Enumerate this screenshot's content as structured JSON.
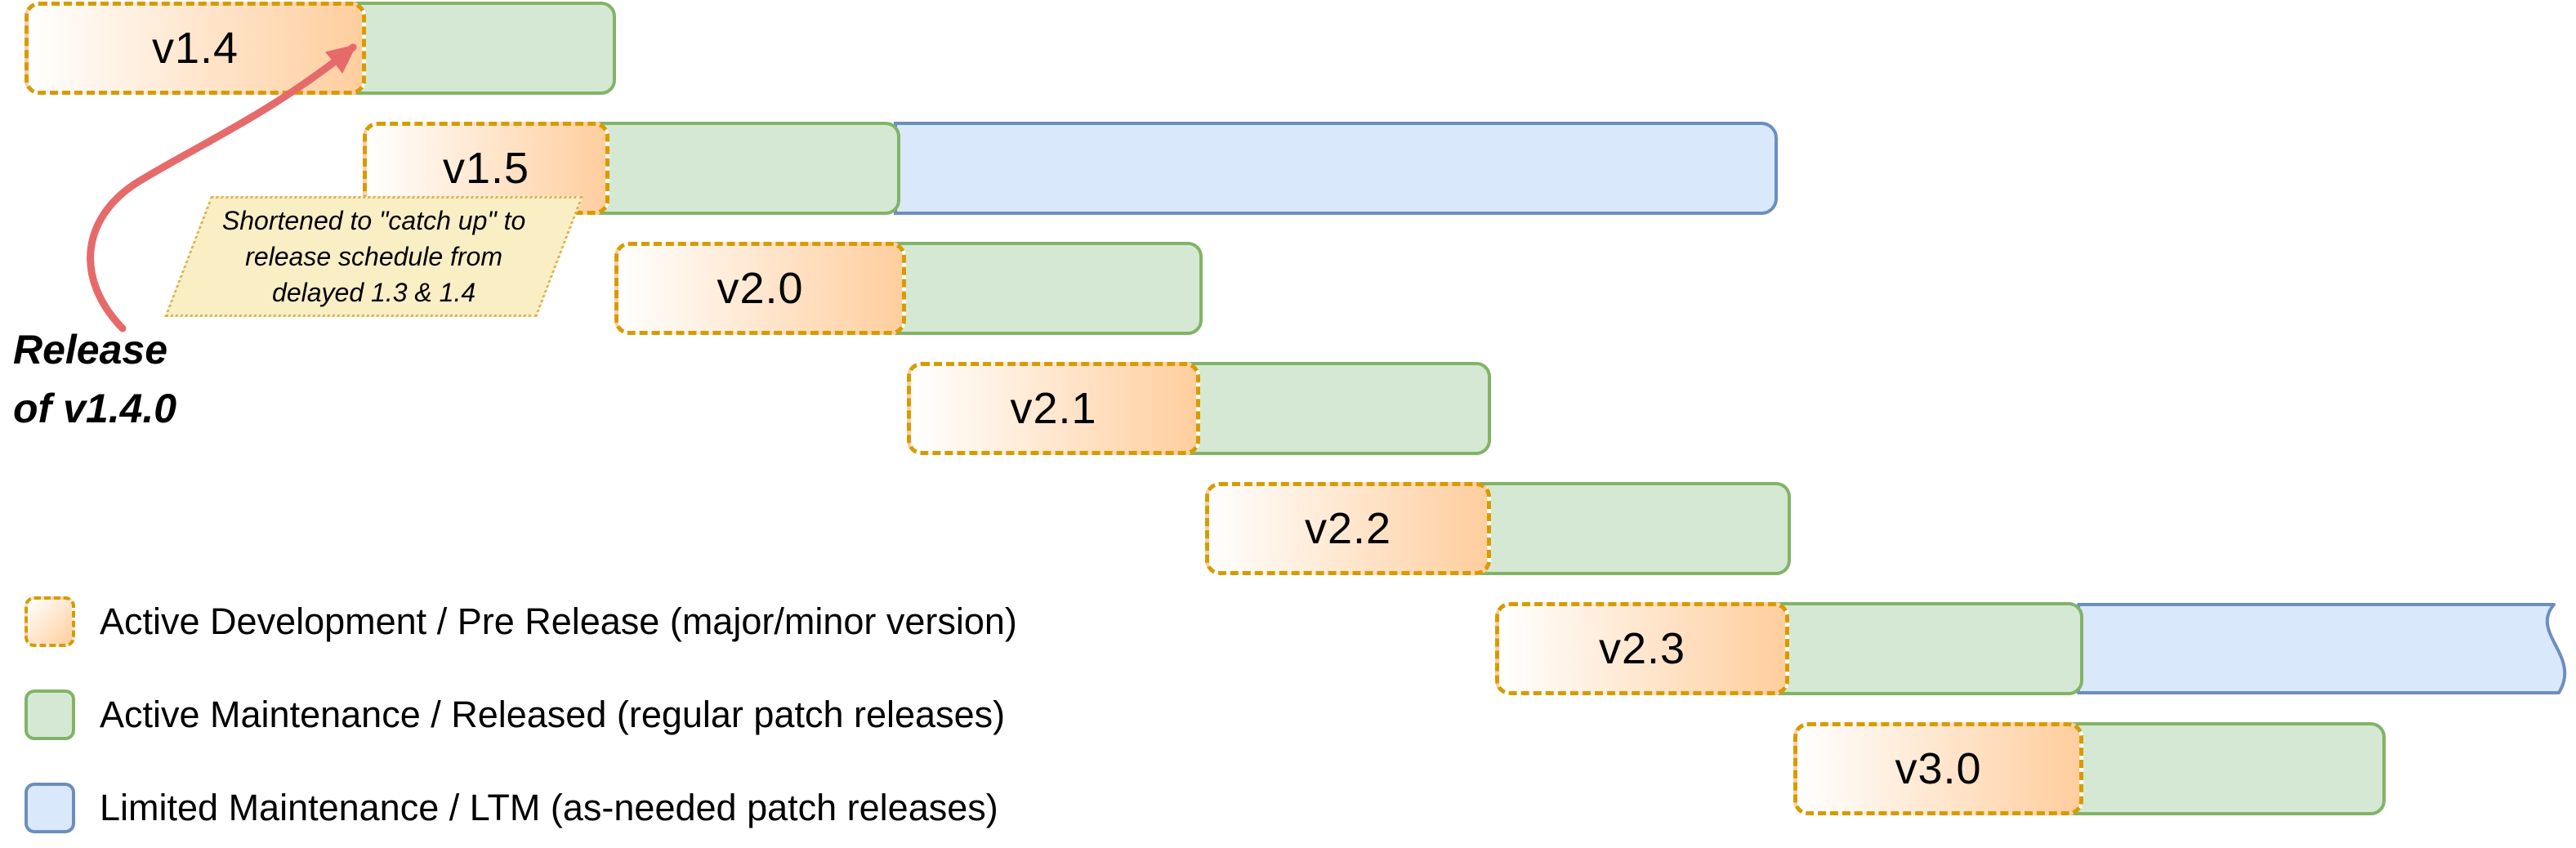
{
  "colors": {
    "dev_border": "#d79b00",
    "dev_fill_start": "#ffffff",
    "dev_fill_end": "#ffce9e",
    "maint_fill": "#d5e8d4",
    "maint_border": "#82b366",
    "ltm_fill": "#dae8fc",
    "ltm_border": "#6c8ebf",
    "note_fill": "#faeec5",
    "note_border": "#d6b656",
    "arrow": "#e66a6a",
    "text": "#000000"
  },
  "releases": [
    {
      "version": "v1.4",
      "dev": {
        "start": 30,
        "end": 448
      },
      "maintenance": {
        "start": 448,
        "end": 754
      },
      "ltm": null
    },
    {
      "version": "v1.5",
      "dev": {
        "start": 444,
        "end": 746
      },
      "maintenance": {
        "start": 746,
        "end": 1102
      },
      "ltm": {
        "start": 1102,
        "end": 2176,
        "torn_edge": false
      }
    },
    {
      "version": "v2.0",
      "dev": {
        "start": 752,
        "end": 1109
      },
      "maintenance": {
        "start": 1109,
        "end": 1472
      },
      "ltm": null
    },
    {
      "version": "v2.1",
      "dev": {
        "start": 1110,
        "end": 1469
      },
      "maintenance": {
        "start": 1469,
        "end": 1825
      },
      "ltm": null
    },
    {
      "version": "v2.2",
      "dev": {
        "start": 1475,
        "end": 1825
      },
      "maintenance": {
        "start": 1825,
        "end": 2192
      },
      "ltm": null
    },
    {
      "version": "v2.3",
      "dev": {
        "start": 1830,
        "end": 2190
      },
      "maintenance": {
        "start": 2190,
        "end": 2550
      },
      "ltm": {
        "start": 2550,
        "end": 3162,
        "torn_edge": true
      }
    },
    {
      "version": "v3.0",
      "dev": {
        "start": 2195,
        "end": 2550
      },
      "maintenance": {
        "start": 2550,
        "end": 2920
      },
      "ltm": null
    }
  ],
  "note": {
    "lines": [
      "Shortened to \"catch up\" to",
      "release schedule from",
      "delayed 1.3 & 1.4"
    ]
  },
  "release_marker": {
    "lines": [
      "Release",
      "of v1.4.0"
    ]
  },
  "legend": [
    {
      "type": "dev",
      "label": "Active Development / Pre Release (major/minor version)"
    },
    {
      "type": "maintenance",
      "label": "Active Maintenance / Released (regular patch releases)"
    },
    {
      "type": "ltm",
      "label": "Limited Maintenance / LTM (as-needed patch releases)"
    }
  ]
}
